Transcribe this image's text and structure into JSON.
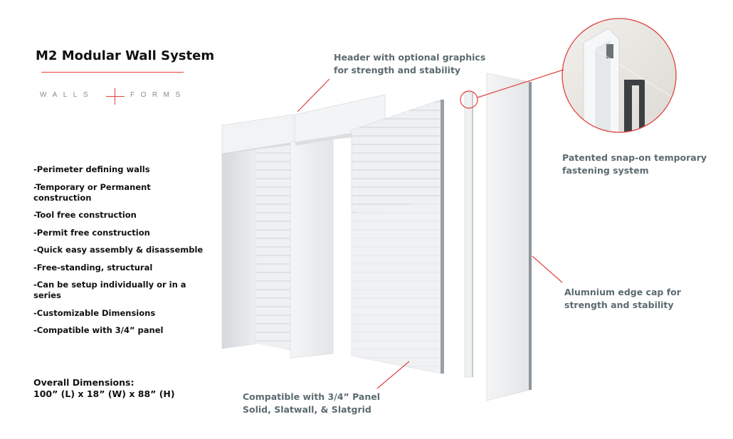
{
  "title": "M2 Modular Wall System",
  "brand": {
    "left_word": "WALLS",
    "right_word": "FORMS",
    "accent_color": "#e0413d"
  },
  "features": [
    "-Perimeter defining walls",
    "-Temporary or Permanent construction",
    "-Tool free construction",
    "-Permit free construction",
    "-Quick easy assembly & disassemble",
    "-Free-standing, structural",
    "-Can be setup individually or in a series",
    "-Customizable Dimensions",
    "-Compatible with 3/4” panel"
  ],
  "dimensions": {
    "label": "Overall Dimensions:",
    "value": "100” (L) x 18” (W) x 88” (H)"
  },
  "callouts": {
    "header": [
      "Header with optional graphics",
      "for strength and stability"
    ],
    "snap": [
      "Patented snap-on temporary",
      "fastening system"
    ],
    "edge_cap": [
      "Alumnium edge cap for",
      "strength and stability"
    ],
    "panel": [
      "Compatible with 3/4” Panel",
      "Solid, Slatwall, & Slatgrid"
    ]
  },
  "colors": {
    "callout_text": "#5b6b70",
    "leader_line": "#e0413d"
  }
}
